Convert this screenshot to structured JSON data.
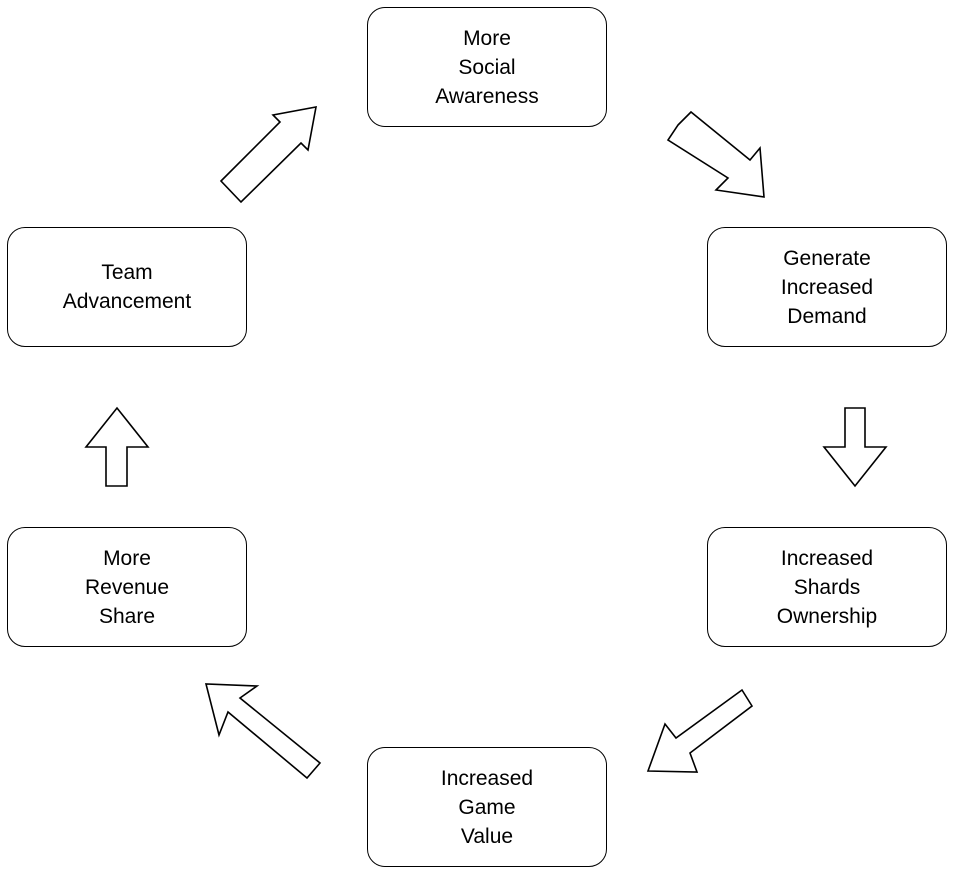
{
  "diagram": {
    "nodes": {
      "more_social_awareness": {
        "label": "More\nSocial\nAwareness"
      },
      "generate_increased_demand": {
        "label": "Generate\nIncreased\nDemand"
      },
      "increased_shards_ownership": {
        "label": "Increased\nShards\nOwnership"
      },
      "increased_game_value": {
        "label": "Increased\nGame\nValue"
      },
      "more_revenue_share": {
        "label": "More\nRevenue\nShare"
      },
      "team_advancement": {
        "label": "Team\nAdvancement"
      }
    },
    "flow": [
      {
        "from": "more_social_awareness",
        "to": "generate_increased_demand"
      },
      {
        "from": "generate_increased_demand",
        "to": "increased_shards_ownership"
      },
      {
        "from": "increased_shards_ownership",
        "to": "increased_game_value"
      },
      {
        "from": "increased_game_value",
        "to": "more_revenue_share"
      },
      {
        "from": "more_revenue_share",
        "to": "team_advancement"
      },
      {
        "from": "team_advancement",
        "to": "more_social_awareness"
      }
    ],
    "colors": {
      "stroke": "#000000",
      "fill": "#ffffff",
      "background": "#ffffff"
    }
  }
}
